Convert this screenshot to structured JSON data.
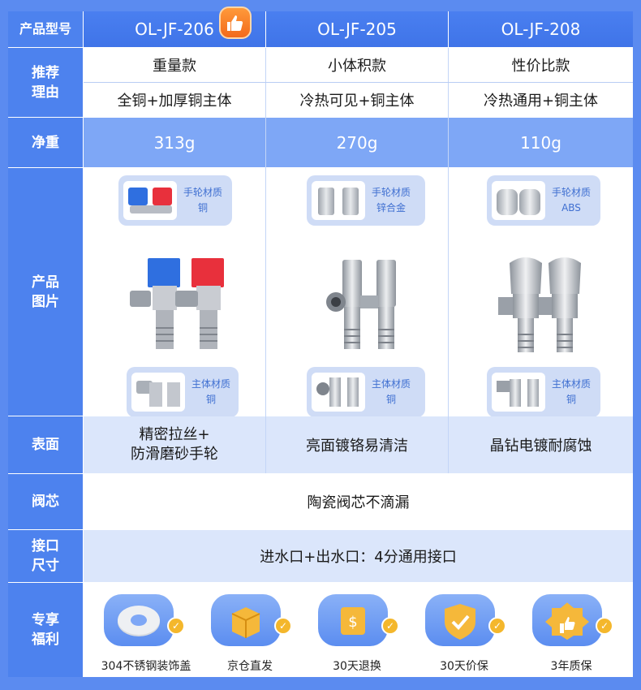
{
  "header": {
    "label": "产品型号",
    "models": [
      "OL-JF-206",
      "OL-JF-205",
      "OL-JF-208"
    ]
  },
  "recommend": {
    "label": "推荐\n理由",
    "titles": [
      "重量款",
      "小体积款",
      "性价比款"
    ],
    "reasons": [
      "全铜+加厚铜主体",
      "冷热可见+铜主体",
      "冷热通用+铜主体"
    ]
  },
  "weight": {
    "label": "净重",
    "values": [
      "313g",
      "270g",
      "110g"
    ]
  },
  "images": {
    "label": "产品\n图片",
    "handle_material_label": "手轮材质",
    "handle_materials": [
      "铜",
      "锌合金",
      "ABS"
    ],
    "body_material_label": "主体材质",
    "body_materials": [
      "铜",
      "铜",
      "铜"
    ]
  },
  "surface": {
    "label": "表面",
    "values": [
      "精密拉丝+\n防滑磨砂手轮",
      "亮面镀铬易清洁",
      "晶钻电镀耐腐蚀"
    ]
  },
  "core": {
    "label": "阀芯",
    "value": "陶瓷阀芯不滴漏"
  },
  "port": {
    "label": "接口\n尺寸",
    "value": "进水口+出水口：4分通用接口"
  },
  "benefits": {
    "label": "专享\n福利",
    "items": [
      {
        "label": "304不锈钢装饰盖",
        "icon": "washer-icon"
      },
      {
        "label": "京仓直发",
        "icon": "box-icon"
      },
      {
        "label": "30天退换",
        "icon": "return-icon"
      },
      {
        "label": "30天价保",
        "icon": "shield-icon"
      },
      {
        "label": "3年质保",
        "icon": "thumb-up-badge-icon"
      }
    ]
  },
  "colors": {
    "accent": "#4d82ee",
    "header_bg": "#4a7ff0",
    "weight_bg": "#7ea7f6",
    "pale_bg": "#dbe6fb",
    "check": "#f4b72c",
    "hot": "#e8303c",
    "cold": "#2f6fe0"
  }
}
